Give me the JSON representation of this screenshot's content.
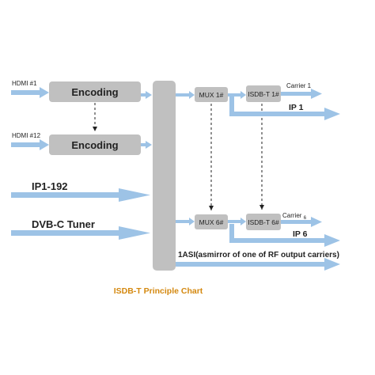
{
  "inputs": {
    "hdmi_1": "HDMI #1",
    "hdmi_12": "HDMI #12",
    "ip": "IP1-192",
    "dvbc": "DVB-C Tuner"
  },
  "blocks": {
    "encoding_top": "Encoding",
    "encoding_bottom": "Encoding",
    "mux_1": "MUX 1#",
    "mux_6": "MUX 6#",
    "isdbt_1": "ISDB-T 1#",
    "isdbt_6": "ISDB-T 6#"
  },
  "outputs": {
    "carrier_1": "Carrier 1",
    "ip_1": "IP 1",
    "carrier_6": "Carrier",
    "carrier_6_sub": "6",
    "ip_6": "IP 6",
    "asi": "1ASI(asmirror of one of RF output carriers)"
  },
  "caption": "ISDB-T Principle Chart",
  "colors": {
    "box_fill": "#c0c0c0",
    "arrow_blue": "#9dc3e6",
    "caption": "#d4880f"
  }
}
